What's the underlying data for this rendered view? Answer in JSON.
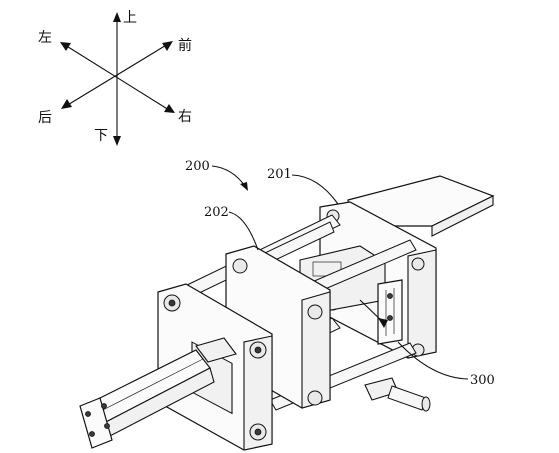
{
  "directions": {
    "up": "上",
    "down": "下",
    "left": "左",
    "right": "右",
    "front": "前",
    "back": "后"
  },
  "labels": {
    "assembly": "200",
    "rear_plate": "201",
    "front_plate": "202",
    "mechanism": "300"
  }
}
